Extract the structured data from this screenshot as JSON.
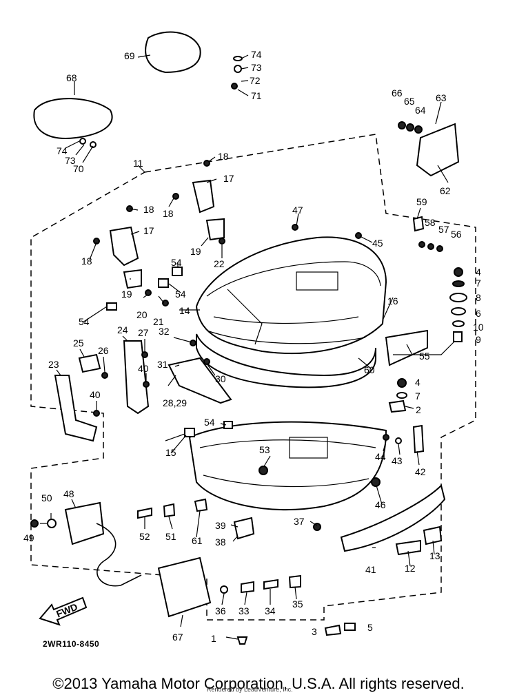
{
  "diagram": {
    "code": "2WR110-8450",
    "copyright": "©2013 Yamaha Motor Corporation, U.S.A. All rights reserved.",
    "credit": "Rendered by LeadVenture, Inc.",
    "fwd_label": "FWD",
    "callouts": [
      "1",
      "2",
      "3",
      "4",
      "5",
      "6",
      "7",
      "8",
      "9",
      "10",
      "11",
      "12",
      "13",
      "14",
      "15",
      "16",
      "17",
      "17",
      "18",
      "18",
      "18",
      "18",
      "19",
      "19",
      "20",
      "21",
      "22",
      "23",
      "24",
      "25",
      "26",
      "27",
      "28,29",
      "30",
      "31",
      "32",
      "33",
      "34",
      "35",
      "36",
      "37",
      "38",
      "39",
      "40",
      "40",
      "41",
      "42",
      "43",
      "44",
      "45",
      "46",
      "47",
      "48",
      "49",
      "50",
      "51",
      "52",
      "53",
      "54",
      "54",
      "54",
      "54",
      "55",
      "56",
      "57",
      "58",
      "59",
      "60",
      "61",
      "62",
      "63",
      "64",
      "65",
      "66",
      "67",
      "68",
      "69",
      "70",
      "71",
      "72",
      "73",
      "73",
      "74",
      "74",
      "4",
      "7"
    ]
  }
}
